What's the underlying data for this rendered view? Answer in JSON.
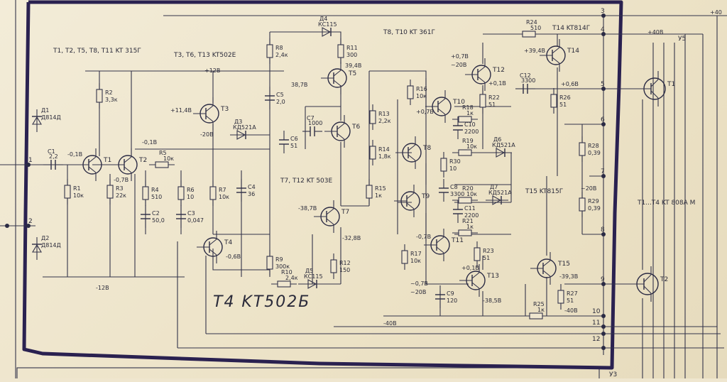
{
  "notes": {
    "n1": "T1, T2, T5, T8, T11 KT 315Г",
    "n2": "T3, T6, T13 KT502E",
    "n3": "T8, T10 KT 361Г",
    "n4": "T7, T12 KT 503E",
    "n5": "T14 KT814Г",
    "n6": "T15 KT815Г",
    "n7": "T1...T4 KT 808A M",
    "handwritten": "T4 KT502Б"
  },
  "voltages": {
    "v_p12": "+12B",
    "v_m12": "-12B",
    "v_p40": "+40B",
    "v_p40r": "+40",
    "v_m40": "-40B",
    "v_m40b": "-40B",
    "v_t1b": "-0,1B",
    "v_t2b": "-0,1B",
    "v_t2e": "-0,7B",
    "v_t3b": "+11,4B",
    "v_t3c": "-20B",
    "v_t4": "-0,6B",
    "v_t5": "38,7B",
    "v_t5c": "39,4B",
    "v_t7": "-38,7B",
    "v_t7c": "-32,8B",
    "v_t8": "+0,7B",
    "v_t12a": "+0,7B",
    "v_t12b": "~20B",
    "v_t12e": "+0,1B",
    "v_t14": "+39,4B",
    "v_t11": "-0,7B",
    "v_t11b": "~20B",
    "v_t13": "+0,1B",
    "v_t13e": "-38,5B",
    "v_t15": "-39,3B",
    "v_out": "+0,6B",
    "v_07": "~0,7B",
    "v_20": "~20B"
  },
  "components": {
    "R1": "R1",
    "R1v": "10к",
    "R2": "R2",
    "R2v": "3,3к",
    "R3": "R3",
    "R3v": "22к",
    "R4": "R4",
    "R4v": "510",
    "R5": "R5",
    "R5v": "10к",
    "R6": "R6",
    "R6v": "10",
    "R7": "R7",
    "R7v": "10к",
    "R8": "R8",
    "R8v": "2,4к",
    "R9": "R9",
    "R9v": "300к",
    "R10": "R10",
    "R10v": "2,4к",
    "R11": "R11",
    "R11v": "300",
    "R12": "R12",
    "R12v": "150",
    "R13": "R13",
    "R13v": "2,2к",
    "R14": "R14",
    "R14v": "1,8к",
    "R15": "R15",
    "R15v": "1к",
    "R16": "R16",
    "R16v": "10к",
    "R17": "R17",
    "R17v": "10к",
    "R18": "R18",
    "R18v": "1к",
    "R19": "R19",
    "R19v": "10к",
    "R20": "R20",
    "R20v": "10к",
    "R21": "R21",
    "R21v": "1к",
    "R22": "R22",
    "R22v": "51",
    "R23": "R23",
    "R23v": "51",
    "R24": "R24",
    "R24v": "510",
    "R25": "R25",
    "R25v": "1к",
    "R26": "R26",
    "R26v": "51",
    "R27": "R27",
    "R27v": "51",
    "R28": "R28",
    "R28v": "0,39",
    "R29": "R29",
    "R29v": "0,39",
    "R30": "R30",
    "R30v": "10",
    "C1": "C1",
    "C1v": "2,2",
    "C2": "C2",
    "C2v": "50,0",
    "C3": "C3",
    "C3v": "0,047",
    "C4": "C4",
    "C4v": "36",
    "C5": "C5",
    "C5v": "2,0",
    "C6": "C6",
    "C6v": "51",
    "C7": "C7",
    "C7v": "1000",
    "C8": "C8",
    "C8v": "3300",
    "C9": "C9",
    "C9v": "120",
    "C10": "C10",
    "C10v": "2200",
    "C11": "C11",
    "C11v": "2200",
    "C12": "C12",
    "C12v": "3300",
    "D1": "Д1",
    "D1v": "Д814Д",
    "D2": "Д2",
    "D2v": "Д814Д",
    "D3": "Д3",
    "D3v": "КД521А",
    "D4": "Д4",
    "D4v": "КС115",
    "D5": "Д5",
    "D5v": "КС115",
    "D6": "Д6",
    "D6v": "КД521А",
    "D7": "Д7",
    "D7v": "КД521А"
  },
  "transistors": [
    "T1",
    "T2",
    "T3",
    "T4",
    "T5",
    "T6",
    "T7",
    "T8",
    "T9",
    "T10",
    "T11",
    "T12",
    "T13",
    "T14",
    "T15",
    "T1",
    "T2"
  ],
  "terminals": [
    "1",
    "2",
    "3",
    "4",
    "5",
    "6",
    "7",
    "8",
    "9",
    "10",
    "11",
    "12",
    "У5",
    "У3"
  ]
}
